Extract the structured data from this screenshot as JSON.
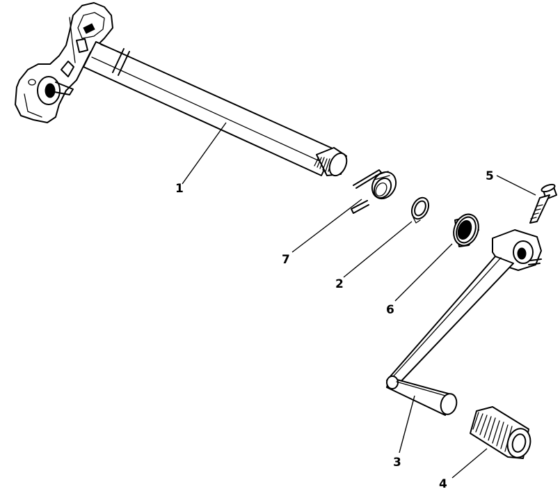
{
  "callouts": {
    "c1": "1",
    "c2": "2",
    "c3": "3",
    "c4": "4",
    "c5": "5",
    "c6": "6",
    "c7": "7"
  },
  "parts": [
    {
      "callout": "1",
      "icon": "shift-shaft-with-shift-arm"
    },
    {
      "callout": "2",
      "icon": "circlip"
    },
    {
      "callout": "3",
      "icon": "shift-pedal"
    },
    {
      "callout": "4",
      "icon": "pedal-rubber"
    },
    {
      "callout": "5",
      "icon": "bolt"
    },
    {
      "callout": "6",
      "icon": "oil-seal"
    },
    {
      "callout": "7",
      "icon": "torsion-spring"
    }
  ]
}
